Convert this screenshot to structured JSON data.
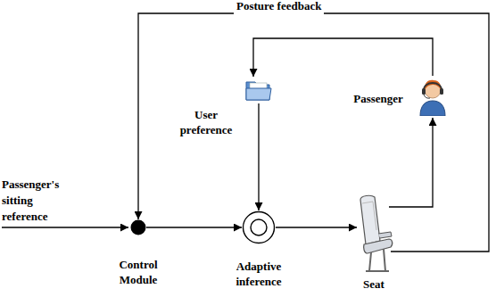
{
  "diagram": {
    "nodes": [
      {
        "text": [
          "User preference"
        ]
      },
      {
        "text": [
          "Passenger"
        ]
      },
      {
        "text": [
          "Control Module"
        ]
      },
      {
        "text": [
          "Adaptive inference"
        ]
      },
      {
        "text": [
          "Seat"
        ]
      }
    ],
    "edges": [
      {
        "from": 2,
        "to": 3,
        "arrow": "to"
      },
      {
        "from": 0,
        "to": 3,
        "arrow": "to"
      },
      {
        "from": 3,
        "to": 4,
        "arrow": "to"
      },
      {
        "from": 4,
        "to": 1,
        "arrow": "to"
      },
      {
        "from": 1,
        "to": 0,
        "arrow": "to"
      },
      {
        "from": 4,
        "to": 2,
        "label": "Posture feedback",
        "arrow": "to"
      }
    ],
    "labels": [
      "Passenger's sitting reference"
    ]
  }
}
